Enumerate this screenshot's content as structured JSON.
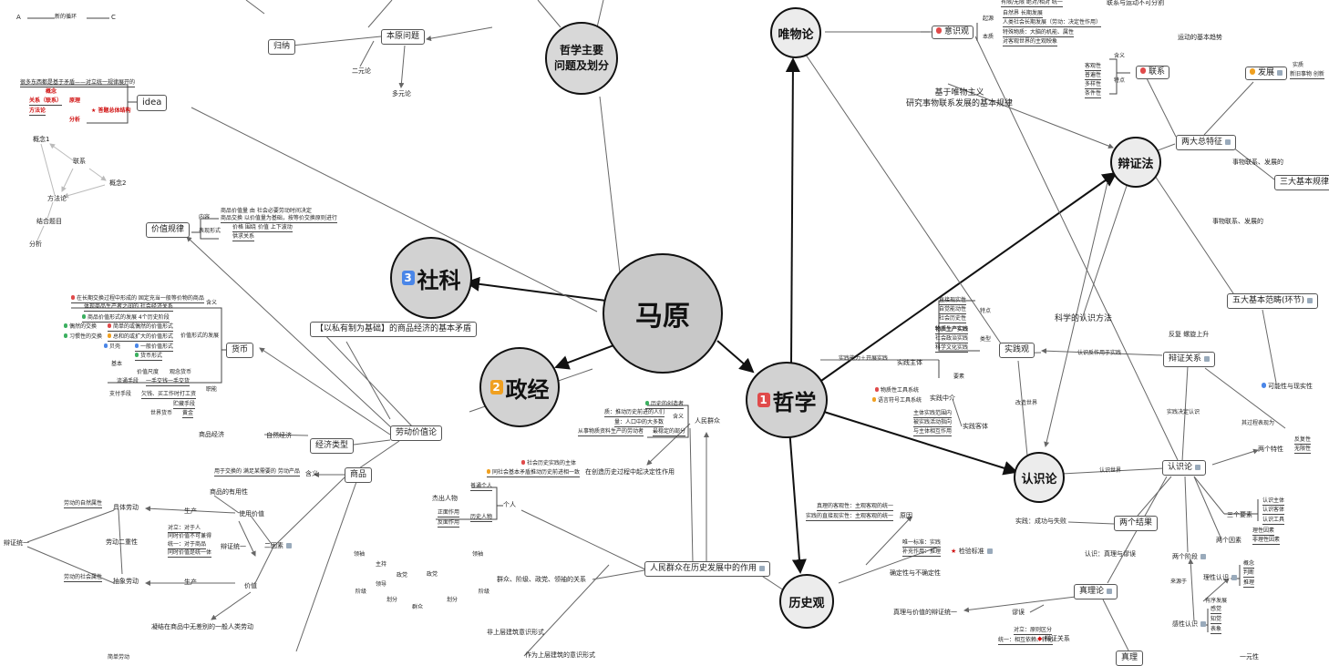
{
  "center": {
    "label": "马原"
  },
  "main_topics": {
    "zhexue": {
      "num": "1",
      "label": "哲学"
    },
    "zhengjing": {
      "num": "2",
      "label": "政经"
    },
    "sheke": {
      "num": "3",
      "label": "社科"
    }
  },
  "philosophy": {
    "weiwulun": "唯物论",
    "bianzhengfa": "辩证法",
    "renshilun": "认识论",
    "lishiguan": "历史观",
    "main_problems": "哲学主要\n问题及划分",
    "dialectics_basis": "基于唯物主义\n研究事物联系发展的基本规律",
    "scientific_method": "科学的认识方法",
    "yishiguan": "意识观",
    "yishiguan_items": [
      "起源",
      "本质",
      "自然界 长期发展",
      "人类社会长期发展（劳动：决定性作用）",
      "特殊物质：大脑的机能、属性",
      "对客观世界的主观映象",
      "有限/无限 绝对/相对 统一"
    ],
    "benyuan": "本原问题",
    "guina": "归纳",
    "eryuanlun": "二元论",
    "duoyuanlun": "多元论",
    "lianxi": "联系",
    "fazhan": "发展",
    "lianxi_traits": [
      "客观性",
      "普遍性",
      "多样性",
      "条件性"
    ],
    "lianxi_sub": [
      "含义",
      "特点"
    ],
    "fazhan_sub": [
      "实质",
      "新旧事物 创新"
    ],
    "motion_inseparable": "联系与运动不可分割",
    "motion_trend": "运动的基本趋势",
    "two_features": "两大总特征",
    "three_laws": "三大基本规律",
    "connect_develop_1": "事物联系、发展的",
    "connect_develop_2": "事物联系、发展的",
    "five_categories": "五大基本范畴(环节)",
    "possibility_reality": "可能性与现实性",
    "spiral": "反复 螺旋上升",
    "dialectic_relation": "辩证关系",
    "practice_decides": "实践决定认识",
    "cognition_reacts": "认识反作用于实践",
    "renshilun_box": "认识论",
    "recognize_world": "认识世界",
    "change_world": "改造世界",
    "two_properties": "两个特性",
    "two_properties_items": [
      "反复性",
      "无限性"
    ],
    "its_process": "其过程表现为",
    "three_elements": "三个要素",
    "three_elements_items": [
      "认识主体",
      "认识客体",
      "认识工具"
    ],
    "two_factors": "两个因素",
    "two_factors_items": [
      "理性因素",
      "非理性因素"
    ],
    "two_stages": "两个阶段",
    "rational": "理性认识",
    "perceptual": "感性认识",
    "rational_items": [
      "概念",
      "判断",
      "推理"
    ],
    "perceptual_items": [
      "感觉",
      "知觉",
      "表象"
    ],
    "source": "来源于",
    "orderly": "有序发展",
    "two_results": "两个结果",
    "practice_success": "实践：成功与失败",
    "cognition_truth": "认识：真理与谬误",
    "truth_theory": "真理论",
    "truth": "真理",
    "fallacy": "谬误",
    "truth_value": "真理与价值的辩证统一",
    "dialectic_rel2": "辩证关系",
    "opposite": "对立：原则区分",
    "unity2": "统一：相互依赖、转化",
    "unitary": "一元性",
    "test_standard": "检验标准",
    "certainty": "确定性与不确定性",
    "only_standard": "唯一标准：实践",
    "supplement": "补充作用：推理",
    "reason": "原因",
    "reason_items": [
      "真理的客观性：主观客观的统一",
      "实践的直接现实性：主观客观的统一"
    ],
    "practice_view": "实践观",
    "practice_traits": [
      "直接现实性",
      "自觉能动性",
      "社会历史性"
    ],
    "practice_types": [
      "物质生产实践",
      "社会政治实践",
      "科学文化实践"
    ],
    "practice_sub": [
      "特点",
      "类型",
      "要素"
    ],
    "subject": "实践主体",
    "subject_note": "实践能力＋开展实践",
    "medium": "实践中介",
    "medium_items": [
      "物质性工具系统",
      "语言符号工具系统"
    ],
    "object": "实践客体",
    "object_items": [
      "主体实践范围内",
      "被实践活动指向",
      "与主体相互作用"
    ]
  },
  "history": {
    "masses_role": "人民群众在历史发展中的作用",
    "masses": "人民群众",
    "decisive": "在创造历史过程中起决定性作用",
    "decisive_items": [
      "社会历史实践的主体",
      "同社会基本矛盾推动历史前进相一致"
    ],
    "masses_def": [
      "历史的创造者",
      "质：推动历史前进的人们",
      "量：人口中的大多数",
      "从事物质资料生产的劳动者"
    ],
    "masses_sub": [
      "含义",
      "最稳定的部分"
    ],
    "individual": "个人",
    "individual_items": [
      "普通个人",
      "历史人物",
      "杰出人物",
      "正面作用",
      "反面作用"
    ],
    "relation": "群众、阶级、政党、领袖的关系",
    "relation_items": [
      "领袖",
      "主持",
      "政党",
      "领导",
      "阶级",
      "划分",
      "群众",
      "领袖",
      "政党",
      "阶级",
      "划分"
    ],
    "non_superstructure": "非上层建筑意识形式",
    "superstructure": "作为上层建筑的意识形式"
  },
  "economics": {
    "labor_value": "劳动价值论",
    "basic_contradiction": "【以私有制为基础】的商品经济的基本矛盾",
    "economic_type": "经济类型",
    "commodity_economy": "商品经济",
    "natural_economy": "自然经济",
    "commodity": "商品",
    "meaning": "含义",
    "meaning_text": "用于交换的 满足某需要的 劳动产品",
    "usefulness": "商品的有用性",
    "use_value": "使用价值",
    "value": "价值",
    "two_factors": "二因素",
    "dialectic_unity": "辩证统一",
    "du_items": [
      "对立：对于人",
      "同时价值不可兼得",
      "统一：对于商品",
      "同时价值是统一体"
    ],
    "produce1": "生产",
    "produce2": "生产",
    "concrete_labor": "具体劳动",
    "abstract_labor": "抽象劳动",
    "dual": "劳动二重性",
    "natural_attr": "劳动的自然属性",
    "social_attr": "劳动的社会属性",
    "dialectic_unity2": "辩证统一",
    "condensed": "凝结在商品中无差别的一般人类劳动",
    "simple_labor": "简单劳动",
    "value_law": "价值规律",
    "value_law_items": [
      "内容",
      "表现形式",
      "商品价值量 由 社会必要劳动时间决定",
      "商品交换 以价值量为基础，按等价交换原则进行",
      "价格 围绕 价值 上下波动",
      "供求关系"
    ],
    "currency": "货币",
    "currency_items": [
      "在长期交换过程中形成的 固定充当一般等价物的商品",
      "体现商品生产者之间的 社会经济关系",
      "商品价值形式的发展 4个历史阶段",
      "偶然的交换",
      "简单的或偶然的价值形式",
      "习惯性的交换",
      "总和的或扩大的价值形式",
      "贝壳",
      "一般价值形式",
      "金",
      "货币形式",
      "含义",
      "价值形式的发展",
      "基本",
      "价值尺度",
      "观念货币",
      "流通手段",
      "一手交钱一手交货",
      "支付手段",
      "欠钱、买工作时打工资",
      "贮藏手段",
      "世界货币",
      "黄金",
      "职能"
    ]
  },
  "topleft": {
    "abc": [
      "A",
      "新的循环",
      "C"
    ],
    "idea": "idea",
    "idea_note": "很多东西都是基于矛盾——对立统一规律展开的",
    "idea_items": [
      "概念",
      "关系（联系）",
      "原理",
      "方法论",
      "分析",
      "★ 答题总体结构"
    ],
    "concept1": "概念1",
    "connection": "联系",
    "concept2": "概念2",
    "methodology": "方法论",
    "combine": "结合题目",
    "analyze": "分析"
  }
}
